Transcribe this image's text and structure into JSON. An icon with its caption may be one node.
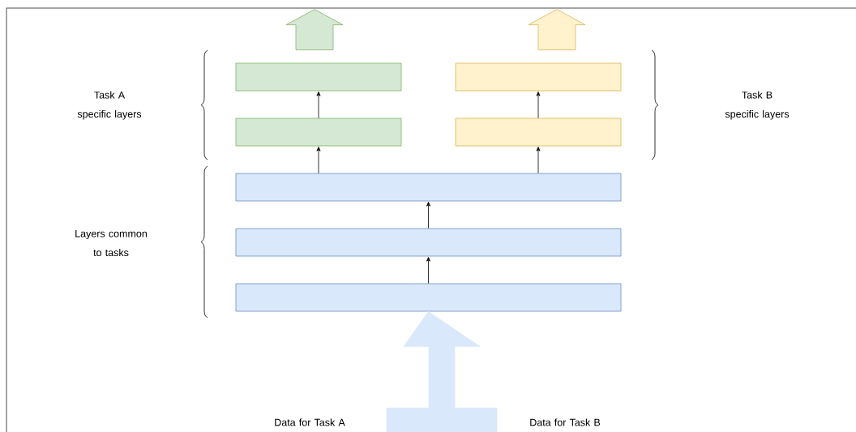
{
  "diagram": {
    "nodes": [
      {
        "text": [],
        "shape": "box"
      },
      {
        "text": [],
        "shape": "box"
      },
      {
        "text": [],
        "shape": "box"
      },
      {
        "text": [],
        "shape": "box"
      },
      {
        "text": [],
        "shape": "box"
      },
      {
        "text": [],
        "shape": "box"
      },
      {
        "text": [],
        "shape": "box"
      }
    ],
    "edges": [
      {
        "from": 2,
        "to": 0,
        "arrow": "to"
      },
      {
        "from": 3,
        "to": 1,
        "arrow": "to"
      },
      {
        "from": 4,
        "to": 2,
        "arrow": "to"
      },
      {
        "from": 4,
        "to": 3,
        "arrow": "to"
      },
      {
        "from": 5,
        "to": 4,
        "arrow": "to"
      },
      {
        "from": 6,
        "to": 5,
        "arrow": "to"
      },
      {
        "from": 0,
        "to": null,
        "arrow": "to",
        "style": "thick",
        "color": "#82b366"
      },
      {
        "from": 1,
        "to": null,
        "arrow": "to",
        "style": "thick",
        "color": "#d6b656"
      },
      {
        "from": null,
        "to": 6,
        "arrow": "to",
        "style": "thick",
        "color": "#dae8fc"
      }
    ],
    "labels": [
      "Task A specific layers",
      "Task B specific layers",
      "Layers common to tasks",
      "Data for Task A",
      "Data for Task B"
    ]
  }
}
